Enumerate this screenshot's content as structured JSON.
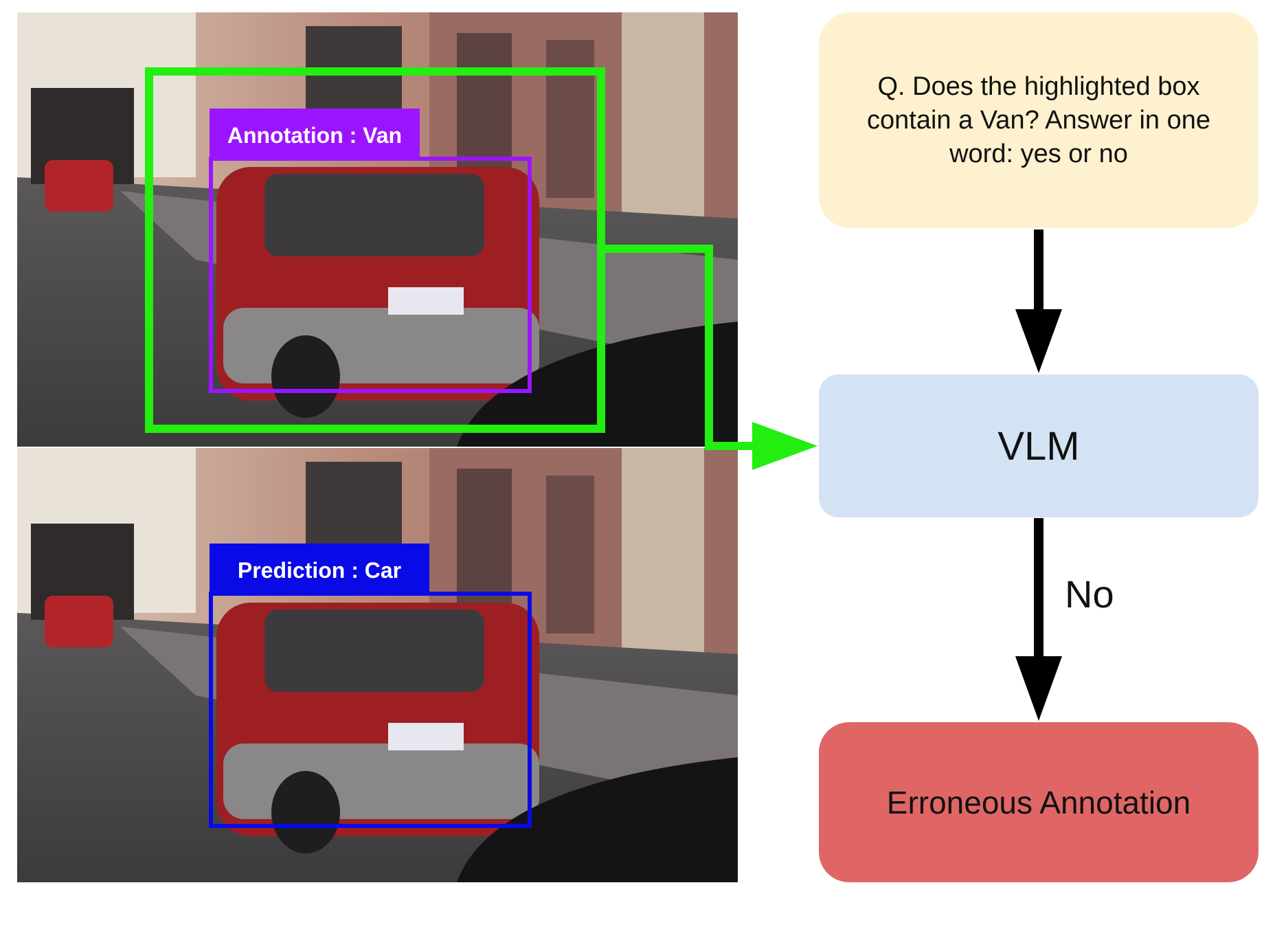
{
  "annotation_label": "Annotation : Van",
  "prediction_label": "Prediction : Car",
  "question": "Q. Does the highlighted box contain a Van? Answer in one word: yes or no",
  "model": "VLM",
  "edge_label": "No",
  "result": "Erroneous Annotation",
  "colors": {
    "annotation": "#9b14ff",
    "prediction": "#0a0ae6",
    "highlight": "#22ee11",
    "question_bg": "#fdf1cf",
    "model_bg": "#d4e3f4",
    "result_bg": "#e06666"
  }
}
